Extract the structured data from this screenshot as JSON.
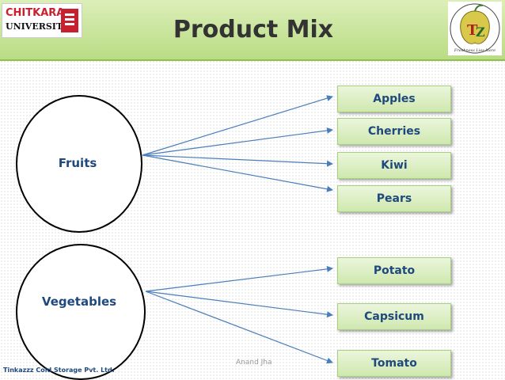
{
  "header": {
    "title": "Product Mix",
    "logo_left_line1": "CHITKARA",
    "logo_left_line2": "UNIVERSITY",
    "logo_right_caption": "Freshness Lies Here"
  },
  "diagram": {
    "groups": [
      {
        "name": "Fruits",
        "items": [
          "Apples",
          "Cherries",
          "Kiwi",
          "Pears"
        ]
      },
      {
        "name": "Vegetables",
        "items": [
          "Potato",
          "Capsicum",
          "Tomato"
        ]
      }
    ]
  },
  "colors": {
    "header_green": "#b9dc84",
    "box_fill": "#d9eec0",
    "text_blue": "#1f497d",
    "arrow_blue": "#4a7ebb"
  },
  "footer": {
    "company": "Tinkazzz Cold Storage Pvt. Ltd.",
    "author": "Anand Jha"
  }
}
